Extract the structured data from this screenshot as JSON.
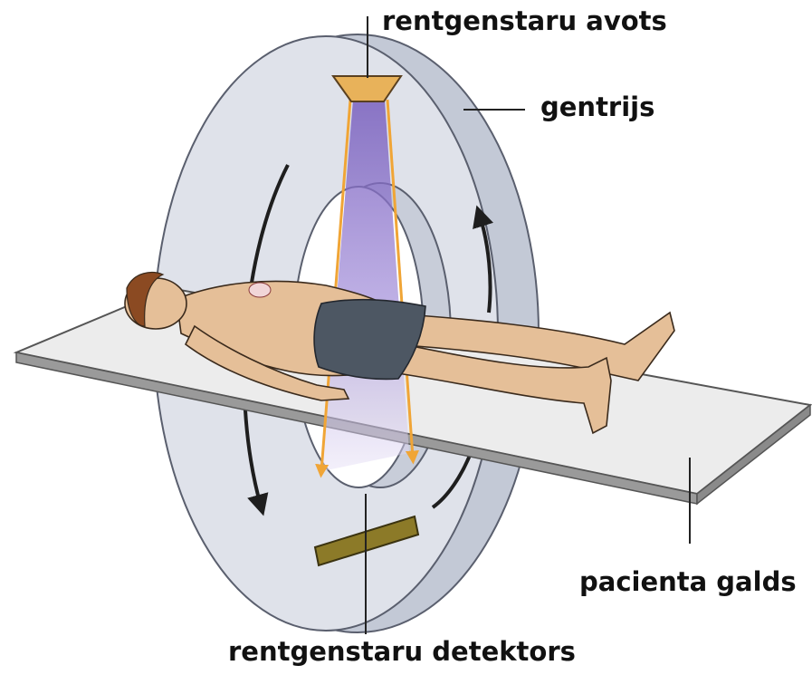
{
  "diagram": {
    "labels": {
      "xray_source": "rentgenstaru avots",
      "gantry": "gentrijs",
      "patient_table": "pacienta galds",
      "xray_detector": "rentgenstaru detektors"
    },
    "colors": {
      "gantry_front": "#dfe2ea",
      "gantry_side": "#c3c9d6",
      "gantry_outline": "#5a5f6e",
      "table_top": "#ececec",
      "table_edge": "#9a9a9a",
      "beam": "#8e7cc8",
      "beam_lines": "#f0a536",
      "source": "#e8b25a",
      "detector": "#8c7a28",
      "skin": "#e5bf98",
      "shorts": "#4d5763",
      "hair": "#8b4a22",
      "arrows": "#1e1e1e"
    },
    "icons": [
      "rotation-arrow-icon",
      "rotation-arrow-icon",
      "rotation-arrow-icon"
    ]
  }
}
